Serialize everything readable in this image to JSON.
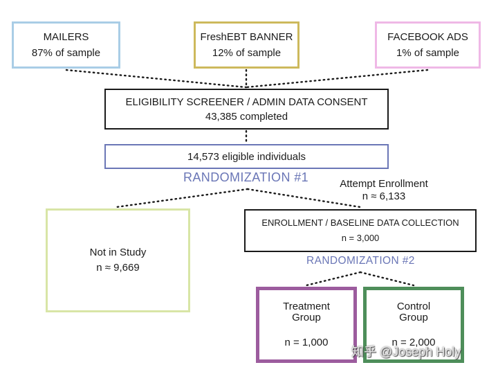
{
  "sources": {
    "mailers": {
      "title": "MAILERS",
      "share": "87% of sample"
    },
    "freshebt": {
      "title": "FreshEBT BANNER",
      "share": "12% of sample"
    },
    "facebook": {
      "title": "FACEBOOK ADS",
      "share": "1% of sample"
    }
  },
  "screener": {
    "title": "ELIGIBILITY SCREENER / ADMIN DATA CONSENT",
    "count": "43,385 completed"
  },
  "eligible": {
    "text": "14,573 eligible individuals"
  },
  "randomization1": "RANDOMIZATION #1",
  "attempt": {
    "label": "Attempt Enrollment",
    "n": "n ≈ 6,133"
  },
  "not_in_study": {
    "title": "Not in Study",
    "n": "n ≈ 9,669"
  },
  "enrollment": {
    "title": "ENROLLMENT / BASELINE DATA COLLECTION",
    "n": "n = 3,000"
  },
  "randomization2": "RANDOMIZATION #2",
  "treatment": {
    "title_line1": "Treatment",
    "title_line2": "Group",
    "n": "n = 1,000"
  },
  "control": {
    "title_line1": "Control",
    "title_line2": "Group",
    "n": "n = 2,000"
  },
  "watermark": "知乎 @Joseph Holy",
  "colors": {
    "mailers": "#a9cde6",
    "freshebt": "#cdb95c",
    "facebook": "#efb8e6",
    "eligible": "#6a76b6",
    "randomization": "#6a76b6",
    "not_in_study": "#d8e5a6",
    "treatment": "#9c5c9e",
    "control": "#4e8e5a"
  }
}
